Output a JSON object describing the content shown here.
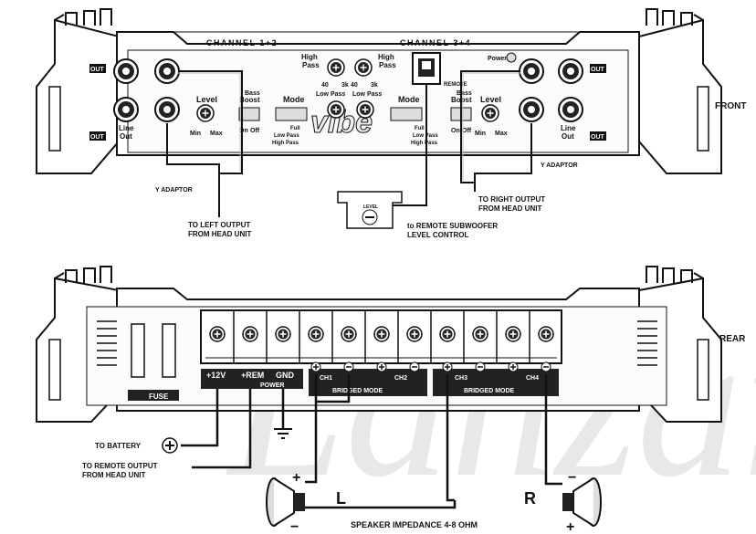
{
  "watermark": "Lanzar",
  "front": {
    "side_label": "FRONT",
    "channel_left": "CHANNEL 1+2",
    "channel_right": "CHANNEL 3+4",
    "logo": "vibe",
    "rca_left_top": "OUT",
    "rca_left_mid": "OUT",
    "line_out_1": "Line",
    "line_out_2": "Out",
    "level": "Level",
    "min": "Min",
    "max": "Max",
    "bass_boost_1": "Bass",
    "bass_boost_2": "Boost",
    "on_off_1": "On",
    "on_off_2": "Off",
    "mode": "Mode",
    "full": "Full",
    "low_pass": "Low Pass",
    "high_pass": "High Pass",
    "hp_1": "High",
    "hp_2": "Pass",
    "hp_40": "40",
    "hp_3k": "3k",
    "remote": "REMOTE",
    "power": "Power",
    "y_adaptor_left": "Y ADAPTOR",
    "y_adaptor_right": "Y ADAPTOR",
    "to_left_1": "TO LEFT OUTPUT",
    "to_left_2": "FROM HEAD UNIT",
    "to_right_1": "TO RIGHT OUTPUT",
    "to_right_2": "FROM HEAD UNIT",
    "to_remote_1": "to REMOTE SUBWOOFER",
    "to_remote_2": "LEVEL CONTROL",
    "remote_box_level": "LEVEL"
  },
  "rear": {
    "side_label": "REAR",
    "fuse": "FUSE",
    "plus12v": "+12V",
    "rem": "+REM",
    "gnd": "GND",
    "power": "POWER",
    "ch1": "CH1",
    "ch2": "CH2",
    "ch3": "CH3",
    "ch4": "CH4",
    "bridged_1": "BRIDGED MODE",
    "bridged_2": "BRIDGED MODE",
    "to_battery": "TO BATTERY",
    "to_remote_1": "TO REMOTE OUTPUT",
    "to_remote_2": "FROM HEAD UNIT",
    "speaker_l": "L",
    "speaker_r": "R",
    "plus": "+",
    "minus": "−",
    "impedance": "SPEAKER IMPEDANCE 4-8 OHM"
  }
}
